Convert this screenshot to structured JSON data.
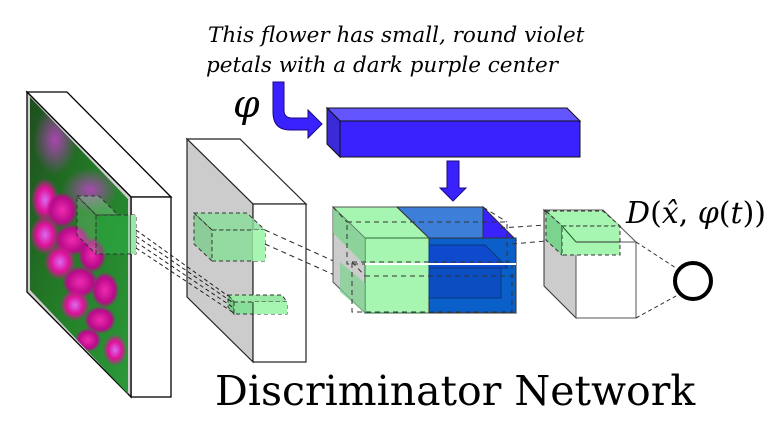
{
  "caption": {
    "line1": "This flower has small, round violet",
    "line2": "petals with a dark purple center"
  },
  "embedding_symbol": "φ",
  "output_label": {
    "D": "D",
    "open": "(",
    "xhat": "x̂",
    "comma": ", ",
    "phi": "φ",
    "arg_open": "(",
    "t": "t",
    "close": "))"
  },
  "title": "Discriminator Network",
  "colors": {
    "text_embedding_blue": "#3a22ff",
    "feature_green": "#a6f5b0",
    "concat_blue": "#0a5fc8",
    "layer_gray": "#cccccc"
  },
  "components": [
    {
      "id": "input-image",
      "label": "input image (flower)"
    },
    {
      "id": "conv-layer-1",
      "label": "convolution feature map"
    },
    {
      "id": "text-embedding",
      "label": "text embedding φ(t)"
    },
    {
      "id": "concat-block",
      "label": "image features + replicated text embedding"
    },
    {
      "id": "conv-layer-final",
      "label": "final convolution"
    },
    {
      "id": "output-node",
      "label": "discriminator output"
    }
  ]
}
